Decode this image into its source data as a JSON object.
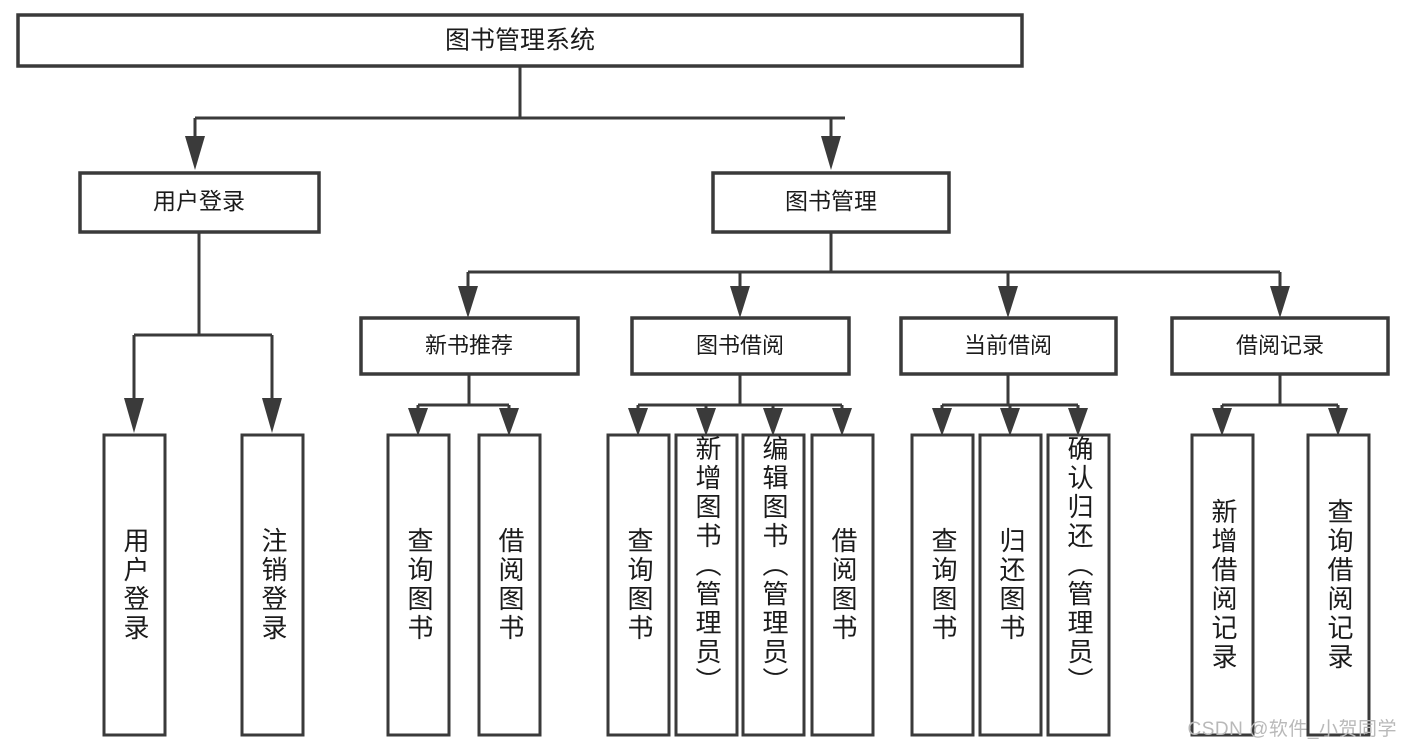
{
  "diagram": {
    "type": "tree-hierarchy",
    "title": "图书管理系统",
    "watermark": "CSDN @软件_小贺同学",
    "colors": {
      "stroke": "#3a3a3a",
      "fill": "#ffffff",
      "text": "#1b1b1b",
      "watermark": "#b9b9b9"
    },
    "root": {
      "label": "图书管理系统"
    },
    "level1": [
      {
        "label": "用户登录"
      },
      {
        "label": "图书管理"
      }
    ],
    "level2": [
      {
        "label": "新书推荐"
      },
      {
        "label": "图书借阅"
      },
      {
        "label": "当前借阅"
      },
      {
        "label": "借阅记录"
      }
    ],
    "leaves": {
      "user_login": [
        {
          "label": "用户登录"
        },
        {
          "label": "注销登录"
        }
      ],
      "new_book_recommend": [
        {
          "label": "查询图书"
        },
        {
          "label": "借阅图书"
        }
      ],
      "book_borrow": [
        {
          "label": "查询图书"
        },
        {
          "label": "新增图书（管理员）"
        },
        {
          "label": "编辑图书（管理员）"
        },
        {
          "label": "借阅图书"
        }
      ],
      "current_borrow": [
        {
          "label": "查询图书"
        },
        {
          "label": "归还图书"
        },
        {
          "label": "确认归还（管理员）"
        }
      ],
      "borrow_record": [
        {
          "label": "新增借阅记录"
        },
        {
          "label": "查询借阅记录"
        }
      ]
    }
  }
}
